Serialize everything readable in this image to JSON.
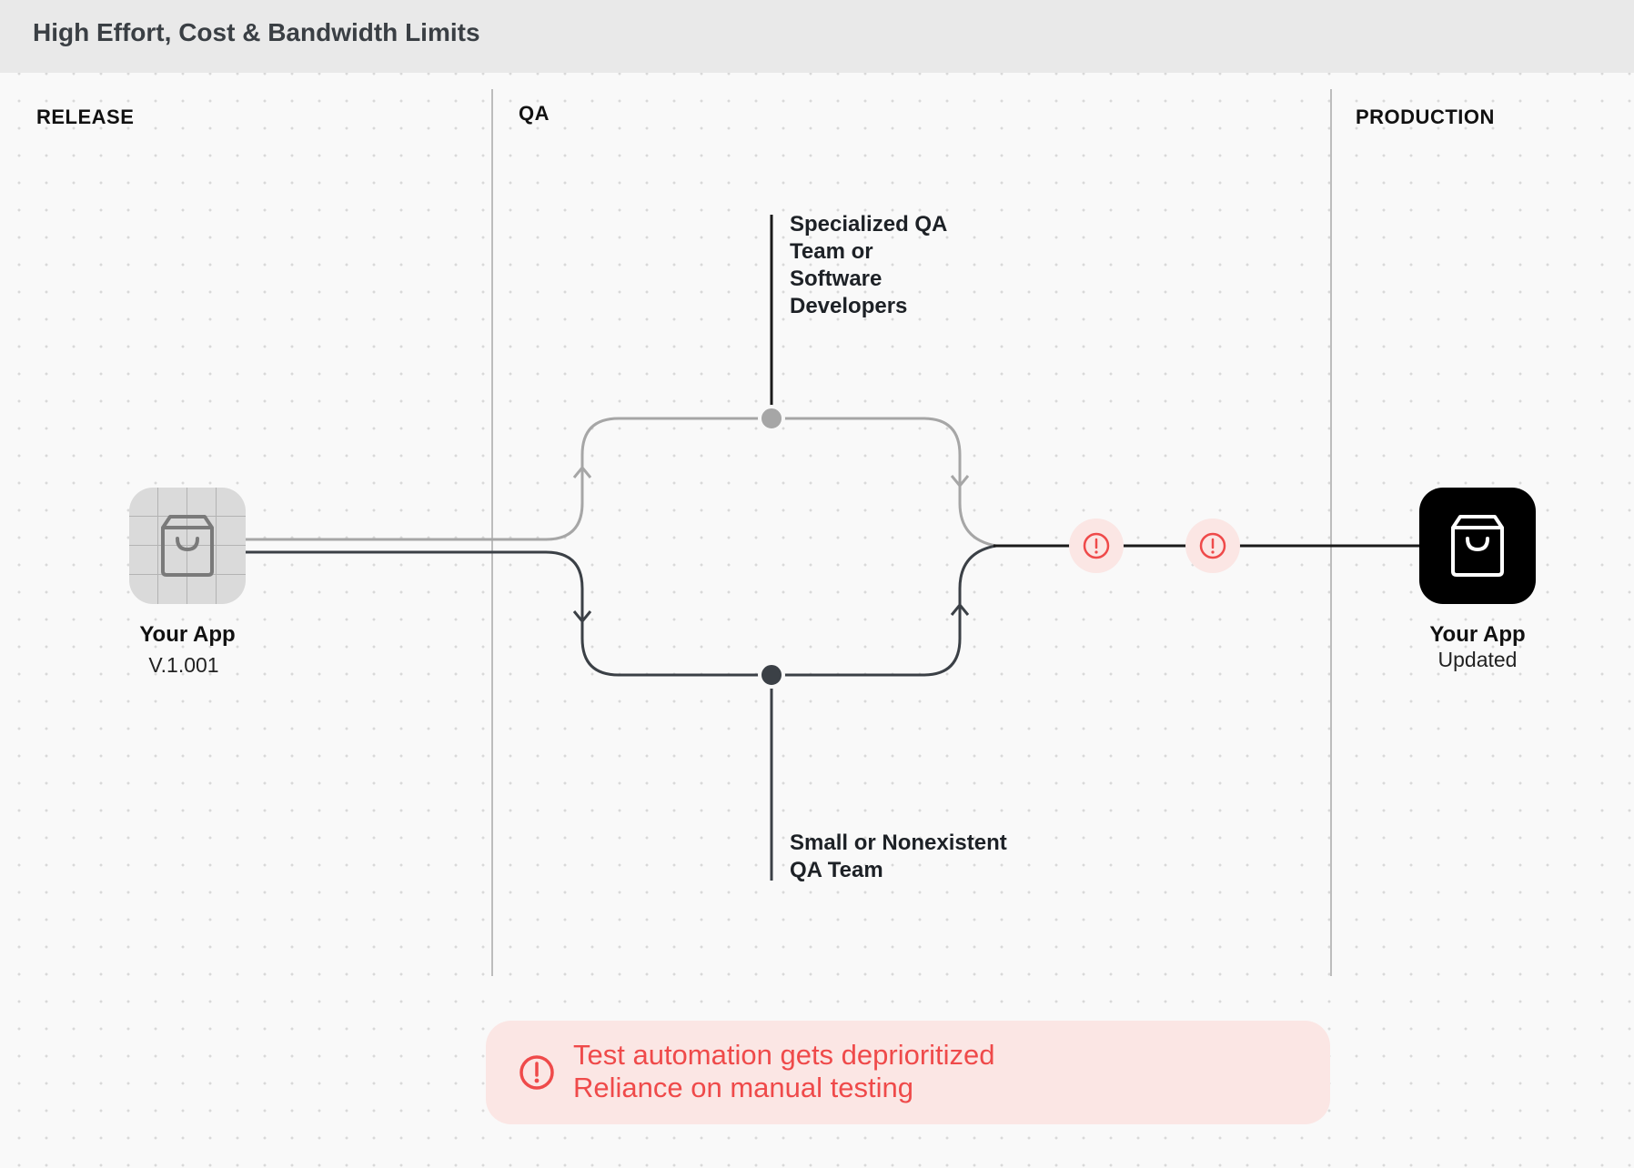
{
  "header": {
    "title": "High Effort, Cost & Bandwidth Limits"
  },
  "sections": {
    "release": "RELEASE",
    "qa": "QA",
    "production": "PRODUCTION"
  },
  "release_app": {
    "name": "Your App",
    "version": "V.1.001",
    "icon": "shopping-bag-icon"
  },
  "production_app": {
    "name": "Your App",
    "status": "Updated",
    "icon": "shopping-bag-icon"
  },
  "qa_paths": {
    "upper": [
      "Specialized QA",
      "Team or",
      "Software",
      "Developers"
    ],
    "lower": [
      "Small or Nonexistent",
      "QA Team"
    ]
  },
  "alert_markers": {
    "count": 2,
    "icon": "exclamation-circle-icon"
  },
  "warning": {
    "icon": "exclamation-circle-icon",
    "lines": [
      "Test automation gets deprioritized",
      "Reliance on manual testing"
    ]
  },
  "colors": {
    "upper_path": "#a6a6a6",
    "lower_path": "#3b4046",
    "alert": "#ef4a4a",
    "alert_bg": "#fbe6e4"
  }
}
